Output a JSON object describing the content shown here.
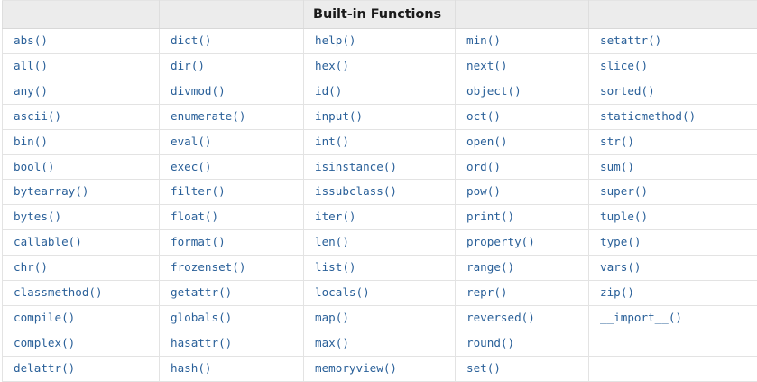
{
  "page": {
    "title": "Built-in Functions",
    "title_column_index": 2,
    "accent_text_color": "#2a6099",
    "header_bg_color": "#ececec",
    "border_color": "#e3e3e3"
  },
  "table": {
    "name": "python-builtin-functions-table",
    "column_count": 5,
    "row_count": 14,
    "headers": [
      "",
      "",
      "Built-in Functions",
      "",
      ""
    ],
    "rows": [
      [
        "abs()",
        "dict()",
        "help()",
        "min()",
        "setattr()"
      ],
      [
        "all()",
        "dir()",
        "hex()",
        "next()",
        "slice()"
      ],
      [
        "any()",
        "divmod()",
        "id()",
        "object()",
        "sorted()"
      ],
      [
        "ascii()",
        "enumerate()",
        "input()",
        "oct()",
        "staticmethod()"
      ],
      [
        "bin()",
        "eval()",
        "int()",
        "open()",
        "str()"
      ],
      [
        "bool()",
        "exec()",
        "isinstance()",
        "ord()",
        "sum()"
      ],
      [
        "bytearray()",
        "filter()",
        "issubclass()",
        "pow()",
        "super()"
      ],
      [
        "bytes()",
        "float()",
        "iter()",
        "print()",
        "tuple()"
      ],
      [
        "callable()",
        "format()",
        "len()",
        "property()",
        "type()"
      ],
      [
        "chr()",
        "frozenset()",
        "list()",
        "range()",
        "vars()"
      ],
      [
        "classmethod()",
        "getattr()",
        "locals()",
        "repr()",
        "zip()"
      ],
      [
        "compile()",
        "globals()",
        "map()",
        "reversed()",
        "__import__()"
      ],
      [
        "complex()",
        "hasattr()",
        "max()",
        "round()",
        ""
      ],
      [
        "delattr()",
        "hash()",
        "memoryview()",
        "set()",
        ""
      ]
    ]
  }
}
